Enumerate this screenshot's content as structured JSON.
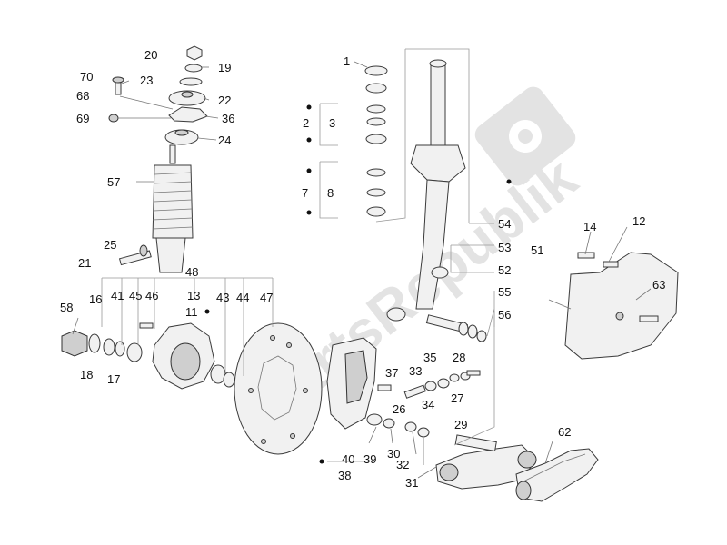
{
  "diagram": {
    "watermark_text": "PartsRepublik",
    "callouts": [
      {
        "id": "c1",
        "text": "1"
      },
      {
        "id": "c2",
        "text": "2"
      },
      {
        "id": "c3",
        "text": "3"
      },
      {
        "id": "c7",
        "text": "7"
      },
      {
        "id": "c8",
        "text": "8"
      },
      {
        "id": "c11",
        "text": "11"
      },
      {
        "id": "c12",
        "text": "12"
      },
      {
        "id": "c13",
        "text": "13"
      },
      {
        "id": "c14",
        "text": "14"
      },
      {
        "id": "c16",
        "text": "16"
      },
      {
        "id": "c17",
        "text": "17"
      },
      {
        "id": "c18",
        "text": "18"
      },
      {
        "id": "c19",
        "text": "19"
      },
      {
        "id": "c20",
        "text": "20"
      },
      {
        "id": "c21",
        "text": "21"
      },
      {
        "id": "c22",
        "text": "22"
      },
      {
        "id": "c23",
        "text": "23"
      },
      {
        "id": "c24",
        "text": "24"
      },
      {
        "id": "c25",
        "text": "25"
      },
      {
        "id": "c26",
        "text": "26"
      },
      {
        "id": "c27",
        "text": "27"
      },
      {
        "id": "c28",
        "text": "28"
      },
      {
        "id": "c29",
        "text": "29"
      },
      {
        "id": "c30",
        "text": "30"
      },
      {
        "id": "c31",
        "text": "31"
      },
      {
        "id": "c32",
        "text": "32"
      },
      {
        "id": "c33",
        "text": "33"
      },
      {
        "id": "c34",
        "text": "34"
      },
      {
        "id": "c35",
        "text": "35"
      },
      {
        "id": "c36",
        "text": "36"
      },
      {
        "id": "c37",
        "text": "37"
      },
      {
        "id": "c38",
        "text": "38"
      },
      {
        "id": "c39",
        "text": "39"
      },
      {
        "id": "c40",
        "text": "40"
      },
      {
        "id": "c41",
        "text": "41"
      },
      {
        "id": "c43",
        "text": "43"
      },
      {
        "id": "c44",
        "text": "44"
      },
      {
        "id": "c45",
        "text": "45"
      },
      {
        "id": "c46",
        "text": "46"
      },
      {
        "id": "c47",
        "text": "47"
      },
      {
        "id": "c48",
        "text": "48"
      },
      {
        "id": "c51",
        "text": "51"
      },
      {
        "id": "c52",
        "text": "52"
      },
      {
        "id": "c53",
        "text": "53"
      },
      {
        "id": "c54",
        "text": "54"
      },
      {
        "id": "c55",
        "text": "55"
      },
      {
        "id": "c56",
        "text": "56"
      },
      {
        "id": "c57",
        "text": "57"
      },
      {
        "id": "c58",
        "text": "58"
      },
      {
        "id": "c62",
        "text": "62"
      },
      {
        "id": "c63",
        "text": "63"
      },
      {
        "id": "c68",
        "text": "68"
      },
      {
        "id": "c69",
        "text": "69"
      },
      {
        "id": "c70",
        "text": "70"
      }
    ]
  }
}
